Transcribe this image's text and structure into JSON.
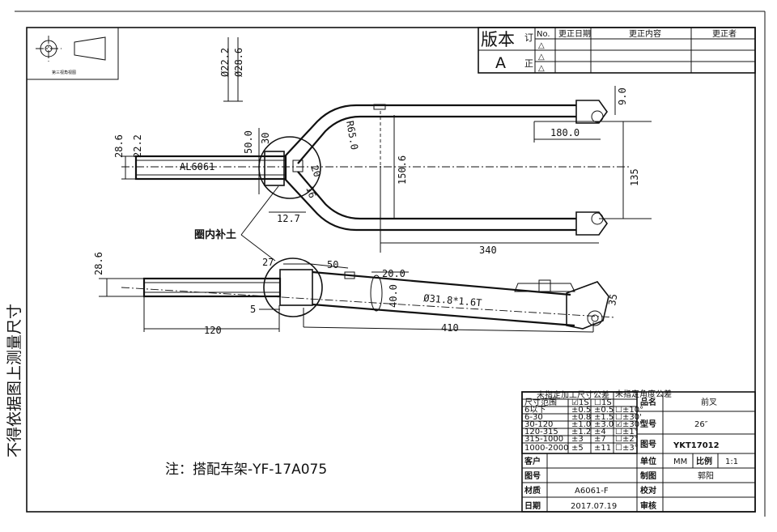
{
  "vertical_note": "不得依据图上测量尺寸",
  "projection": {
    "label": "第三视角视图"
  },
  "revision": {
    "big_label": "版本",
    "small_label": "订",
    "version_letter": "A",
    "zheng": "正",
    "headers": [
      "No.",
      "更正日期",
      "更正内容",
      "更正者"
    ],
    "marks": [
      "△",
      "△",
      "△"
    ]
  },
  "dims": {
    "d_9": "9.0",
    "d_180": "180.0",
    "d_135": "135",
    "d_340": "340",
    "d_150_6": "150.6",
    "d_r65": "R65.0",
    "d_50": "50.0",
    "d_30": "30",
    "d_28_6": "28.6",
    "d_22_2": "22.2",
    "d_12_7": "12.7",
    "d_20": "20",
    "d_16": "16",
    "material_mark": "AL6061",
    "bot_28_6": "28.6",
    "bot_27": "27",
    "bot_50": "50",
    "bot_20": "20.0",
    "bot_40": "40.0",
    "bot_tube": "Ø31.8*1.6T",
    "bot_410": "410",
    "bot_120": "120",
    "bot_5": "5",
    "bot_35": "35",
    "top_dia1": "Ø22.2",
    "top_dia2": "Ø28.6"
  },
  "callout": "圈内补土",
  "note": "注：搭配车架-YF-17A075",
  "tolerance": {
    "title": "未指定加工尺寸公差",
    "angle_title": "未指定角度公差",
    "header": [
      "尺寸范围",
      "☑1S",
      "☐1S"
    ],
    "rows": [
      [
        "6以下",
        "±0.5",
        "±0.5",
        "☐±10°"
      ],
      [
        "6-30",
        "±0.8",
        "±1.5",
        "☐±30'"
      ],
      [
        "30-120",
        "±1.0",
        "±3.0",
        "☑±30'"
      ],
      [
        "120-315",
        "±1.2",
        "±4",
        "☐±1°"
      ],
      [
        "315-1000",
        "±3",
        "±7",
        "☐±2°"
      ],
      [
        "1000-2000",
        "±5",
        "±11",
        "☐±3°"
      ]
    ]
  },
  "title_block": {
    "part_name_label": "品名",
    "part_name": "前叉",
    "model_label": "型号",
    "model": "26″",
    "drawing_no_label": "图号",
    "drawing_no": "YKT17012",
    "customer_label": "客户",
    "customer": "",
    "cust_drawing_label": "图号",
    "cust_drawing": "",
    "unit_label": "单位",
    "unit": "MM",
    "scale_label": "比例",
    "scale": "1:1",
    "drawn_label": "制图",
    "drawn_by": "郭阳",
    "check_label": "校对",
    "check": "",
    "material_label": "材质",
    "material": "A6061-F",
    "date_label": "日期",
    "date": "2017.07.19",
    "review_label": "审核",
    "review": ""
  }
}
